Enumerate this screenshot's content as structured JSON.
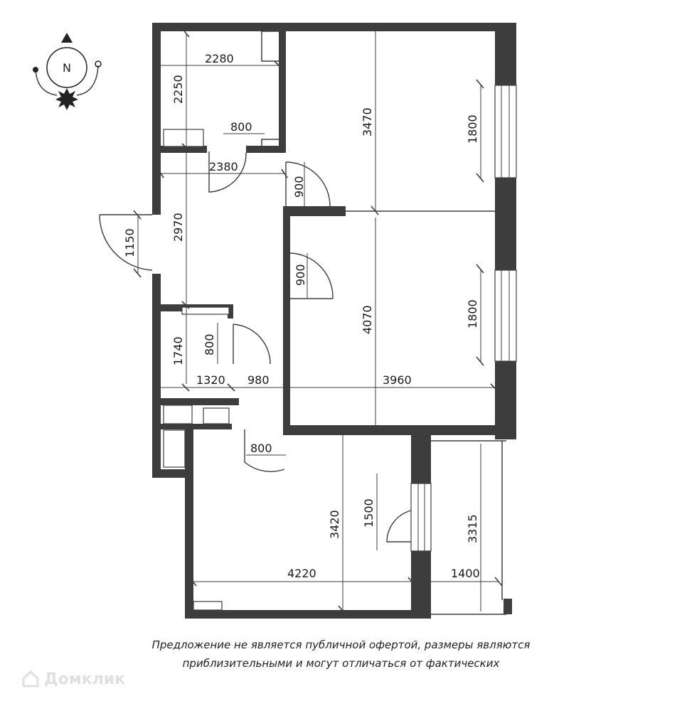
{
  "compass": {
    "north_label": "N"
  },
  "dimensions": {
    "hall_top_width": "2280",
    "hall_top_height": "2250",
    "bath_door": "800",
    "hall_width": "2380",
    "hall_height": "2970",
    "entrance_door": "1150",
    "bedroom_door_1": "900",
    "bedroom_door_2": "900",
    "bedroom1_height": "3470",
    "bedroom1_window": "1800",
    "bedroom2_height": "4070",
    "bedroom2_window": "1800",
    "wc_height": "1740",
    "wc_door": "800",
    "wc_width": "1320",
    "corridor_width": "980",
    "bedroom_width": "3960",
    "living_door": "800",
    "living_height": "3420",
    "living_window": "1500",
    "living_width": "4220",
    "balcony_height": "3315",
    "balcony_width": "1400"
  },
  "disclaimer": {
    "line1": "Предложение не является публичной офертой, размеры являются",
    "line2": "приблизительными и могут отличаться от фактических"
  },
  "watermark": {
    "text": "Домклик"
  }
}
